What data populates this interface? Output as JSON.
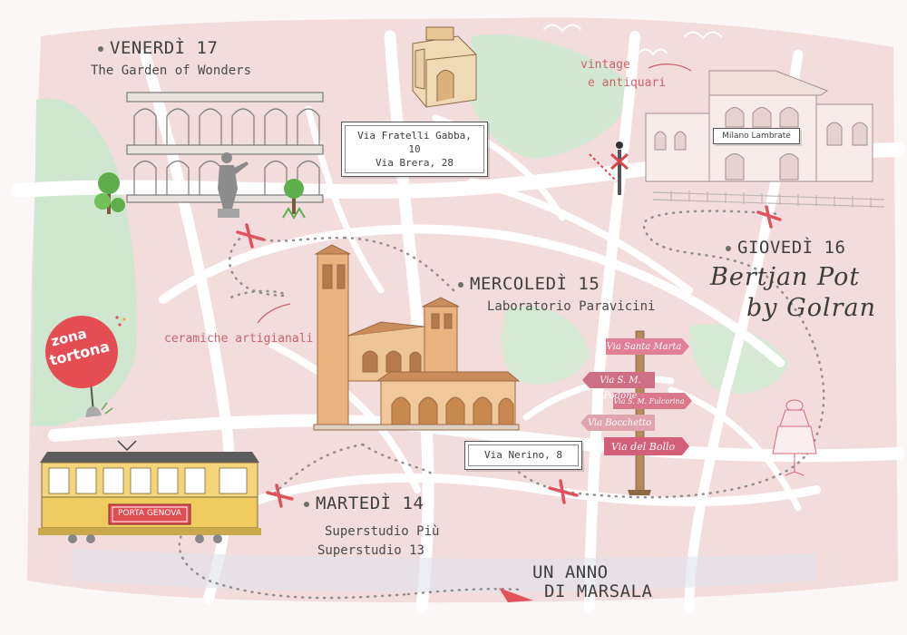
{
  "days": {
    "venerdi": {
      "title": "VENERDÌ 17",
      "subtitle": "The Garden of Wonders"
    },
    "giovedi": {
      "title": "GIOVEDÌ 16",
      "line1": "Bertjan Pot",
      "line2": "by Golran"
    },
    "mercoledi": {
      "title": "MERCOLEDÌ 15",
      "subtitle": "Laboratorio Paravicini"
    },
    "martedi": {
      "title": "MARTEDÌ 14",
      "line1": "Superstudio Più",
      "line2": "Superstudio 13"
    }
  },
  "notes": {
    "vintage_1": "vintage",
    "vintage_2": "e antiquari",
    "ceramiche": "ceramiche artigianali"
  },
  "plaques": {
    "gabba_1": "Via Fratelli Gabba, 10",
    "gabba_2": "Via Brera, 28",
    "nerino": "Via Nerino, 8",
    "lambrate": "Milano Lambrate"
  },
  "signpost": [
    "Via Santa Marta",
    "Via S. M. Podone",
    "Via S. M. Fulcorina",
    "Via Bocchetto",
    "Via del Bollo"
  ],
  "tram_label": "PORTA GENOVA",
  "zona_1": "zona",
  "zona_2": "tortona",
  "marsala_1": "UN ANNO",
  "marsala_2": "DI MARSALA",
  "colors": {
    "map_pink": "#f3dcdc",
    "park_green": "#cfe6cf",
    "route_dots": "#8f8f8f",
    "accent_red": "#e0525c",
    "tram_yellow": "#f4d67a"
  }
}
